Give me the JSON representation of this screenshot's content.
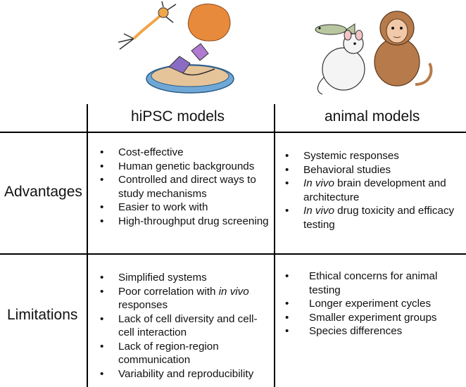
{
  "columns": {
    "hipsc": "hiPSC models",
    "animal": "animal models"
  },
  "rows": {
    "advantages": "Advantages",
    "limitations": "Limitations"
  },
  "cells": {
    "adv_hipsc": [
      "Cost-effective",
      "Human genetic backgrounds",
      "Controlled and direct ways to study mechanisms",
      "Easier to work with",
      "High-throughput drug screening"
    ],
    "adv_animal": {
      "item1": "Systemic responses",
      "item2": "Behavioral studies",
      "item3_italic": "In vivo",
      "item3_rest": " brain development and architecture",
      "item4_italic": "In vivo",
      "item4_rest": " drug toxicity and efficacy testing"
    },
    "lim_hipsc": {
      "item1": "Simplified systems",
      "item2_pre": "Poor correlation with ",
      "item2_italic": "in vivo",
      "item2_post": " responses",
      "item3": "Lack of cell diversity and cell-cell interaction",
      "item4": "Lack of region-region communication",
      "item5": "Variability and reproducibility"
    },
    "lim_animal": [
      "Ethical concerns for animal testing",
      "Longer experiment cycles",
      "Smaller experiment groups",
      "Species differences"
    ]
  },
  "colors": {
    "neuron": "#f0a64a",
    "organoid": "#e88a3c",
    "dish": "#6fa8d6",
    "dish_base": "#e6c49a",
    "monkey": "#b77a4a",
    "monkey_face": "#f2c9a8",
    "mouse": "#f4f4f4",
    "fish": "#b9c7a0"
  }
}
